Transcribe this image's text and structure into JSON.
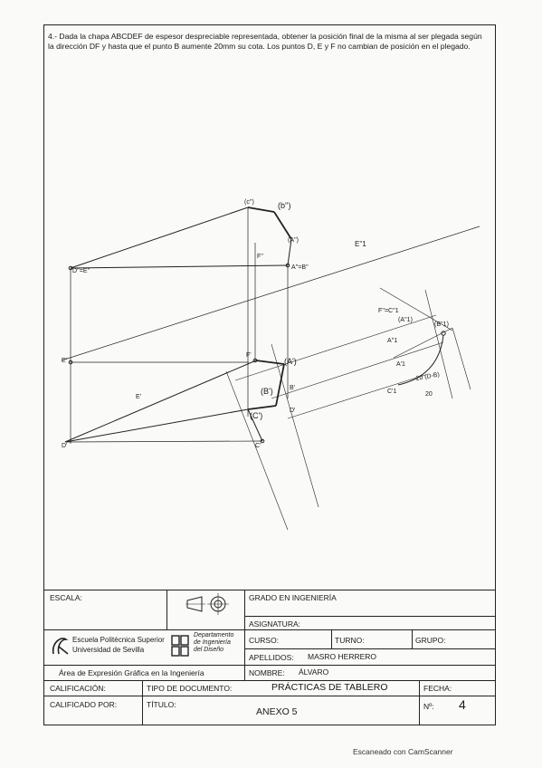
{
  "statement": {
    "text": "4.- Dada la chapa ABCDEF de espesor despreciable representada, obtener la posición final de la misma al ser plegada según la dirección DF y hasta que el punto B aumente 20mm su cota. Los puntos D, E y F no cambian de posición en el plegado."
  },
  "drawing_labels": {
    "c2": "(c'')",
    "b2": "(b'')",
    "a2": "(A'')",
    "f2": "F''",
    "d2e2": "D''=E''",
    "a2b2": "A''=B''",
    "e_prime_1": "E''1",
    "f2c1": "F''=C''1",
    "a1_2": "(A''1)",
    "b1_2": "(B''1)",
    "a1_1": "A''1",
    "e_label": "E'",
    "e_left": "E'",
    "f1": "F'",
    "a1": "(A')",
    "b1": "(B')",
    "c1": "(C')",
    "d1": "D'",
    "c_bot": "C'",
    "b_prime": "B'",
    "d_prime": "D'",
    "ci": "C'1",
    "ai": "A'1",
    "dim1": "20 (D-B)",
    "dim2": "20"
  },
  "titleblock": {
    "escala_label": "ESCALA:",
    "grado": "GRADO EN INGENIERÍA",
    "asignatura_label": "ASIGNATURA:",
    "curso_label": "CURSO:",
    "turno_label": "TURNO:",
    "grupo_label": "GRUPO:",
    "apellidos_label": "APELLIDOS:",
    "apellidos_value": "MASRO HERRERO",
    "nombre_label": "NOMBRE:",
    "nombre_value": "ÁLVARO",
    "school_line1": "Escuela Politécnica Superior",
    "school_line2": "Universidad de Sevilla",
    "dept_line1": "Departamento",
    "dept_line2": "de Ingeniería",
    "dept_line3": "del Diseño",
    "area": "Área de Expresión Gráfica en la Ingeniería",
    "calificacion_label": "CALIFICACIÓN:",
    "tipo_label": "TIPO DE DOCUMENTO:",
    "tipo_value": "PRÁCTICAS DE TABLERO",
    "fecha_label": "FECHA:",
    "calificado_label": "CALIFICADO POR:",
    "titulo_label": "TÍTULO:",
    "titulo_value": "ANEXO 5",
    "num_label": "Nº:",
    "num_value": "4"
  },
  "footer": "Escaneado con CamScanner"
}
